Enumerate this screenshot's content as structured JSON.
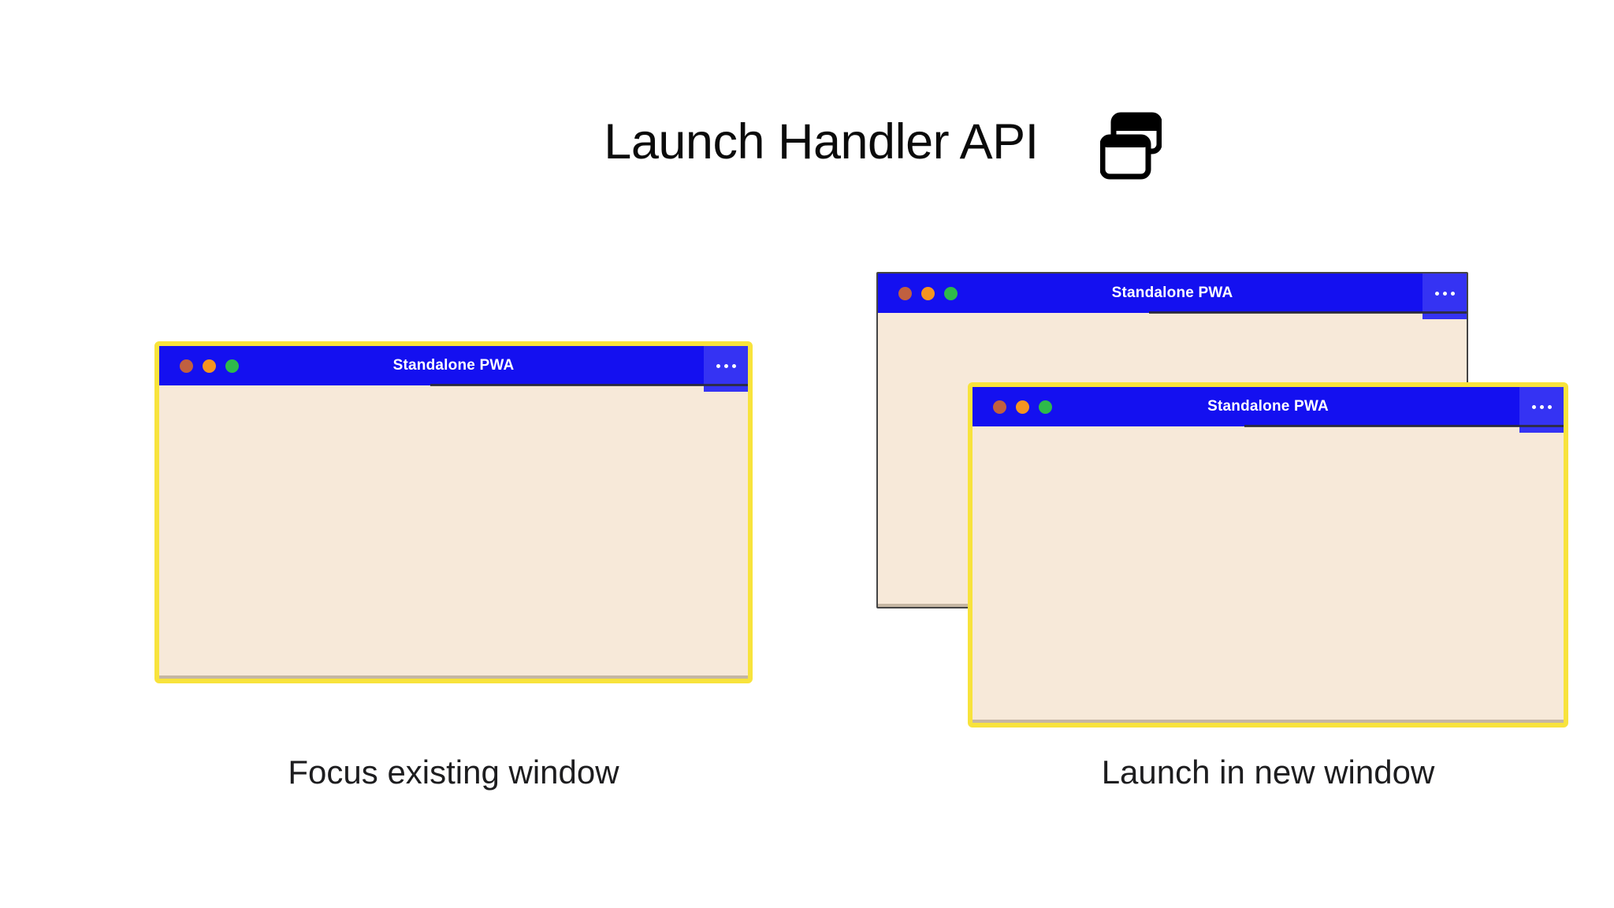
{
  "header": {
    "title": "Launch Handler API",
    "icon": "overlapping-windows-icon"
  },
  "figures": {
    "left": {
      "caption": "Focus existing window",
      "window": {
        "title": "Standalone PWA"
      }
    },
    "right": {
      "caption": "Launch in new window",
      "back_window": {
        "title": "Standalone PWA"
      },
      "front_window": {
        "title": "Standalone PWA"
      }
    }
  },
  "icons": {
    "window_controls": [
      "close",
      "minimize",
      "maximize"
    ],
    "window_menu": "more-options-icon"
  },
  "colors": {
    "titlebar-blue": "#1410f0",
    "menu-blue": "#3533f3",
    "content-cream": "#f7e9d9",
    "highlight-yellow": "#f8e33c",
    "back-border-gray": "#444444",
    "traffic-red": "#c06040",
    "traffic-orange": "#f59420",
    "traffic-green": "#2eba4a",
    "text-dark": "#0b0b0b"
  }
}
